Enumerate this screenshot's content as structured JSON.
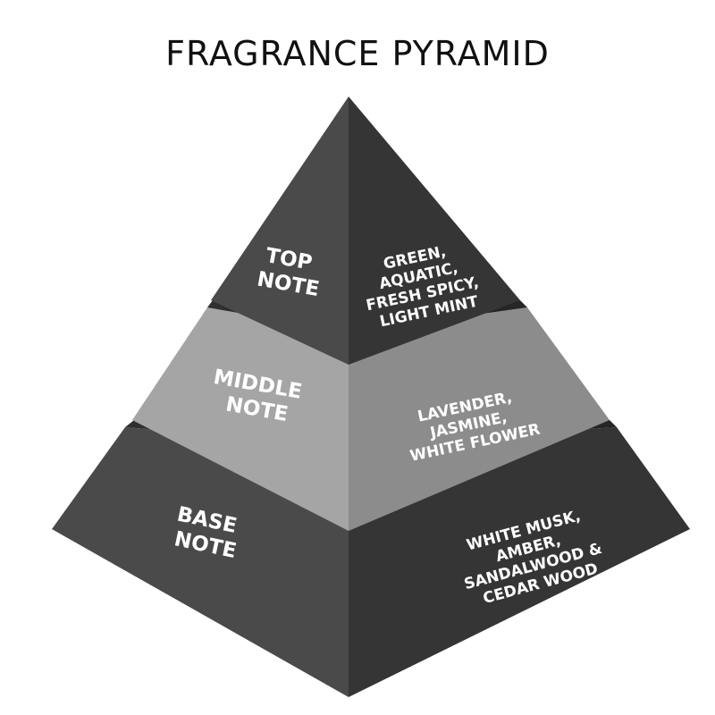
{
  "title": "FRAGRANCE PYRAMID",
  "colors": {
    "dark_left": "#4a4a4a",
    "dark_right": "#353535",
    "mid_left": "#a5a5a5",
    "mid_right": "#8c8c8c",
    "ledge_left": "#2f2f2f",
    "ledge_right": "#262626",
    "text": "#ffffff"
  },
  "tiers": {
    "top": {
      "name_lines": [
        "TOP",
        "NOTE"
      ],
      "notes_lines": [
        "GREEN,",
        "AQUATIC,",
        "FRESH SPICY,",
        "LIGHT MINT"
      ]
    },
    "middle": {
      "name_lines": [
        "MIDDLE",
        "NOTE"
      ],
      "notes_lines": [
        "LAVENDER,",
        "JASMINE,",
        "WHITE FLOWER"
      ]
    },
    "base": {
      "name_lines": [
        "BASE",
        "NOTE"
      ],
      "notes_lines": [
        "WHITE MUSK,",
        "AMBER,",
        "SANDALWOOD &",
        "CEDAR WOOD"
      ]
    }
  }
}
